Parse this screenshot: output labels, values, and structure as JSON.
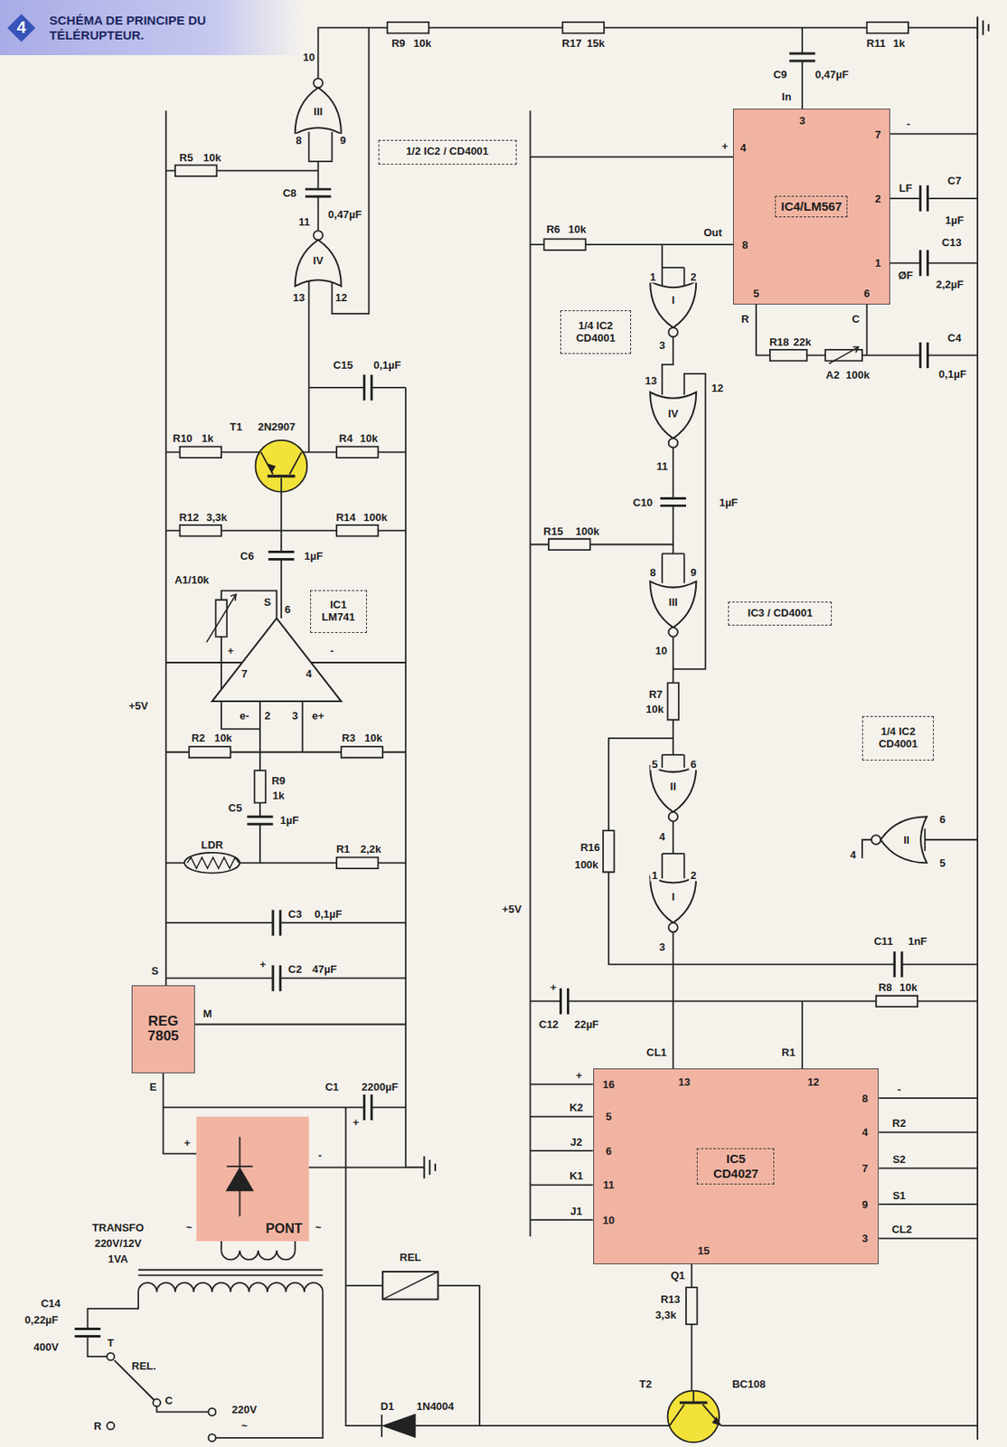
{
  "diagram": {
    "nodes": [
      {
        "text": [
          "4",
          "SCHÉMA DE PRINCIPE DU TÉLÉRUPTEUR."
        ]
      },
      {
        "text": [
          "REG 7805"
        ]
      },
      {
        "text": [
          "PONT"
        ]
      },
      {
        "text": [
          "IC1 LM741"
        ]
      },
      {
        "text": [
          "1/2 IC2 / CD4001"
        ]
      },
      {
        "text": [
          "IC4/LM567"
        ]
      },
      {
        "text": [
          "1/4 IC2 CD4001"
        ]
      },
      {
        "text": [
          "IC3 / CD4001"
        ]
      },
      {
        "text": [
          "1/4 IC2 CD4001"
        ]
      },
      {
        "text": [
          "IC5 CD4027"
        ]
      }
    ],
    "edges": [
      {
        "from": 2,
        "to": 1,
        "arrow": "none"
      }
    ],
    "labels": [
      "10",
      "R9",
      "10k",
      "R17",
      "15k",
      "R11",
      "1k",
      "C9",
      "0,47µF",
      "In",
      "3",
      "R5",
      "10k",
      "8",
      "9",
      "C8",
      "0,47µF",
      "11",
      "13",
      "12",
      "4",
      "+",
      "8",
      "Out",
      "5",
      "R",
      "6",
      "C",
      "1",
      "ØF",
      "2",
      "LF",
      "7",
      "-",
      "C7",
      "1µF",
      "C13",
      "2,2µF",
      "C4",
      "0,1µF",
      "R18",
      "22k",
      "A2",
      "100k",
      "R6",
      "10k",
      "1",
      "2",
      "3",
      "13",
      "12",
      "11",
      "C10",
      "1µF",
      "R15",
      "100k",
      "8",
      "9",
      "10",
      "R7",
      "10k",
      "5",
      "6",
      "4",
      "R16",
      "100k",
      "1",
      "2",
      "3",
      "+5V",
      "4",
      "6",
      "5",
      "C11",
      "1nF",
      "R8",
      "10k",
      "C12",
      "22µF",
      "+",
      "CL1",
      "13",
      "R1",
      "12",
      "+",
      "16",
      "K2",
      "5",
      "J2",
      "6",
      "K1",
      "11",
      "J1",
      "10",
      "15",
      "Q1",
      "8",
      "-",
      "4",
      "R2",
      "7",
      "S2",
      "9",
      "S1",
      "3",
      "CL2",
      "R13",
      "3,3k",
      "T2",
      "BC108",
      "C14",
      "0,22µF",
      "400V",
      "T",
      "REL.",
      "C",
      "R",
      "220V",
      "~",
      "TRANSFO",
      "220V/12V",
      "1VA",
      "REL",
      "D1",
      "1N4004",
      "+",
      "-",
      "~",
      "~",
      "E",
      "S",
      "M",
      "C1",
      "2200µF",
      "+",
      "C2",
      "47µF",
      "+",
      "C3",
      "0,1µF",
      "LDR",
      "C5",
      "1µF",
      "R1",
      "2,2k",
      "R9",
      "1k",
      "R2",
      "10k",
      "R3",
      "10k",
      "+5V",
      "+",
      "7",
      "2",
      "3",
      "6",
      "4",
      "-",
      "S",
      "e-",
      "e+",
      "A1/10k",
      "C6",
      "1µF",
      "R12",
      "3,3k",
      "R14",
      "100k",
      "R10",
      "1k",
      "T1",
      "2N2907",
      "R4",
      "10k",
      "C15",
      "0,1µF",
      "III",
      "IV",
      "I",
      "IV",
      "III",
      "II",
      "I",
      "II"
    ]
  }
}
